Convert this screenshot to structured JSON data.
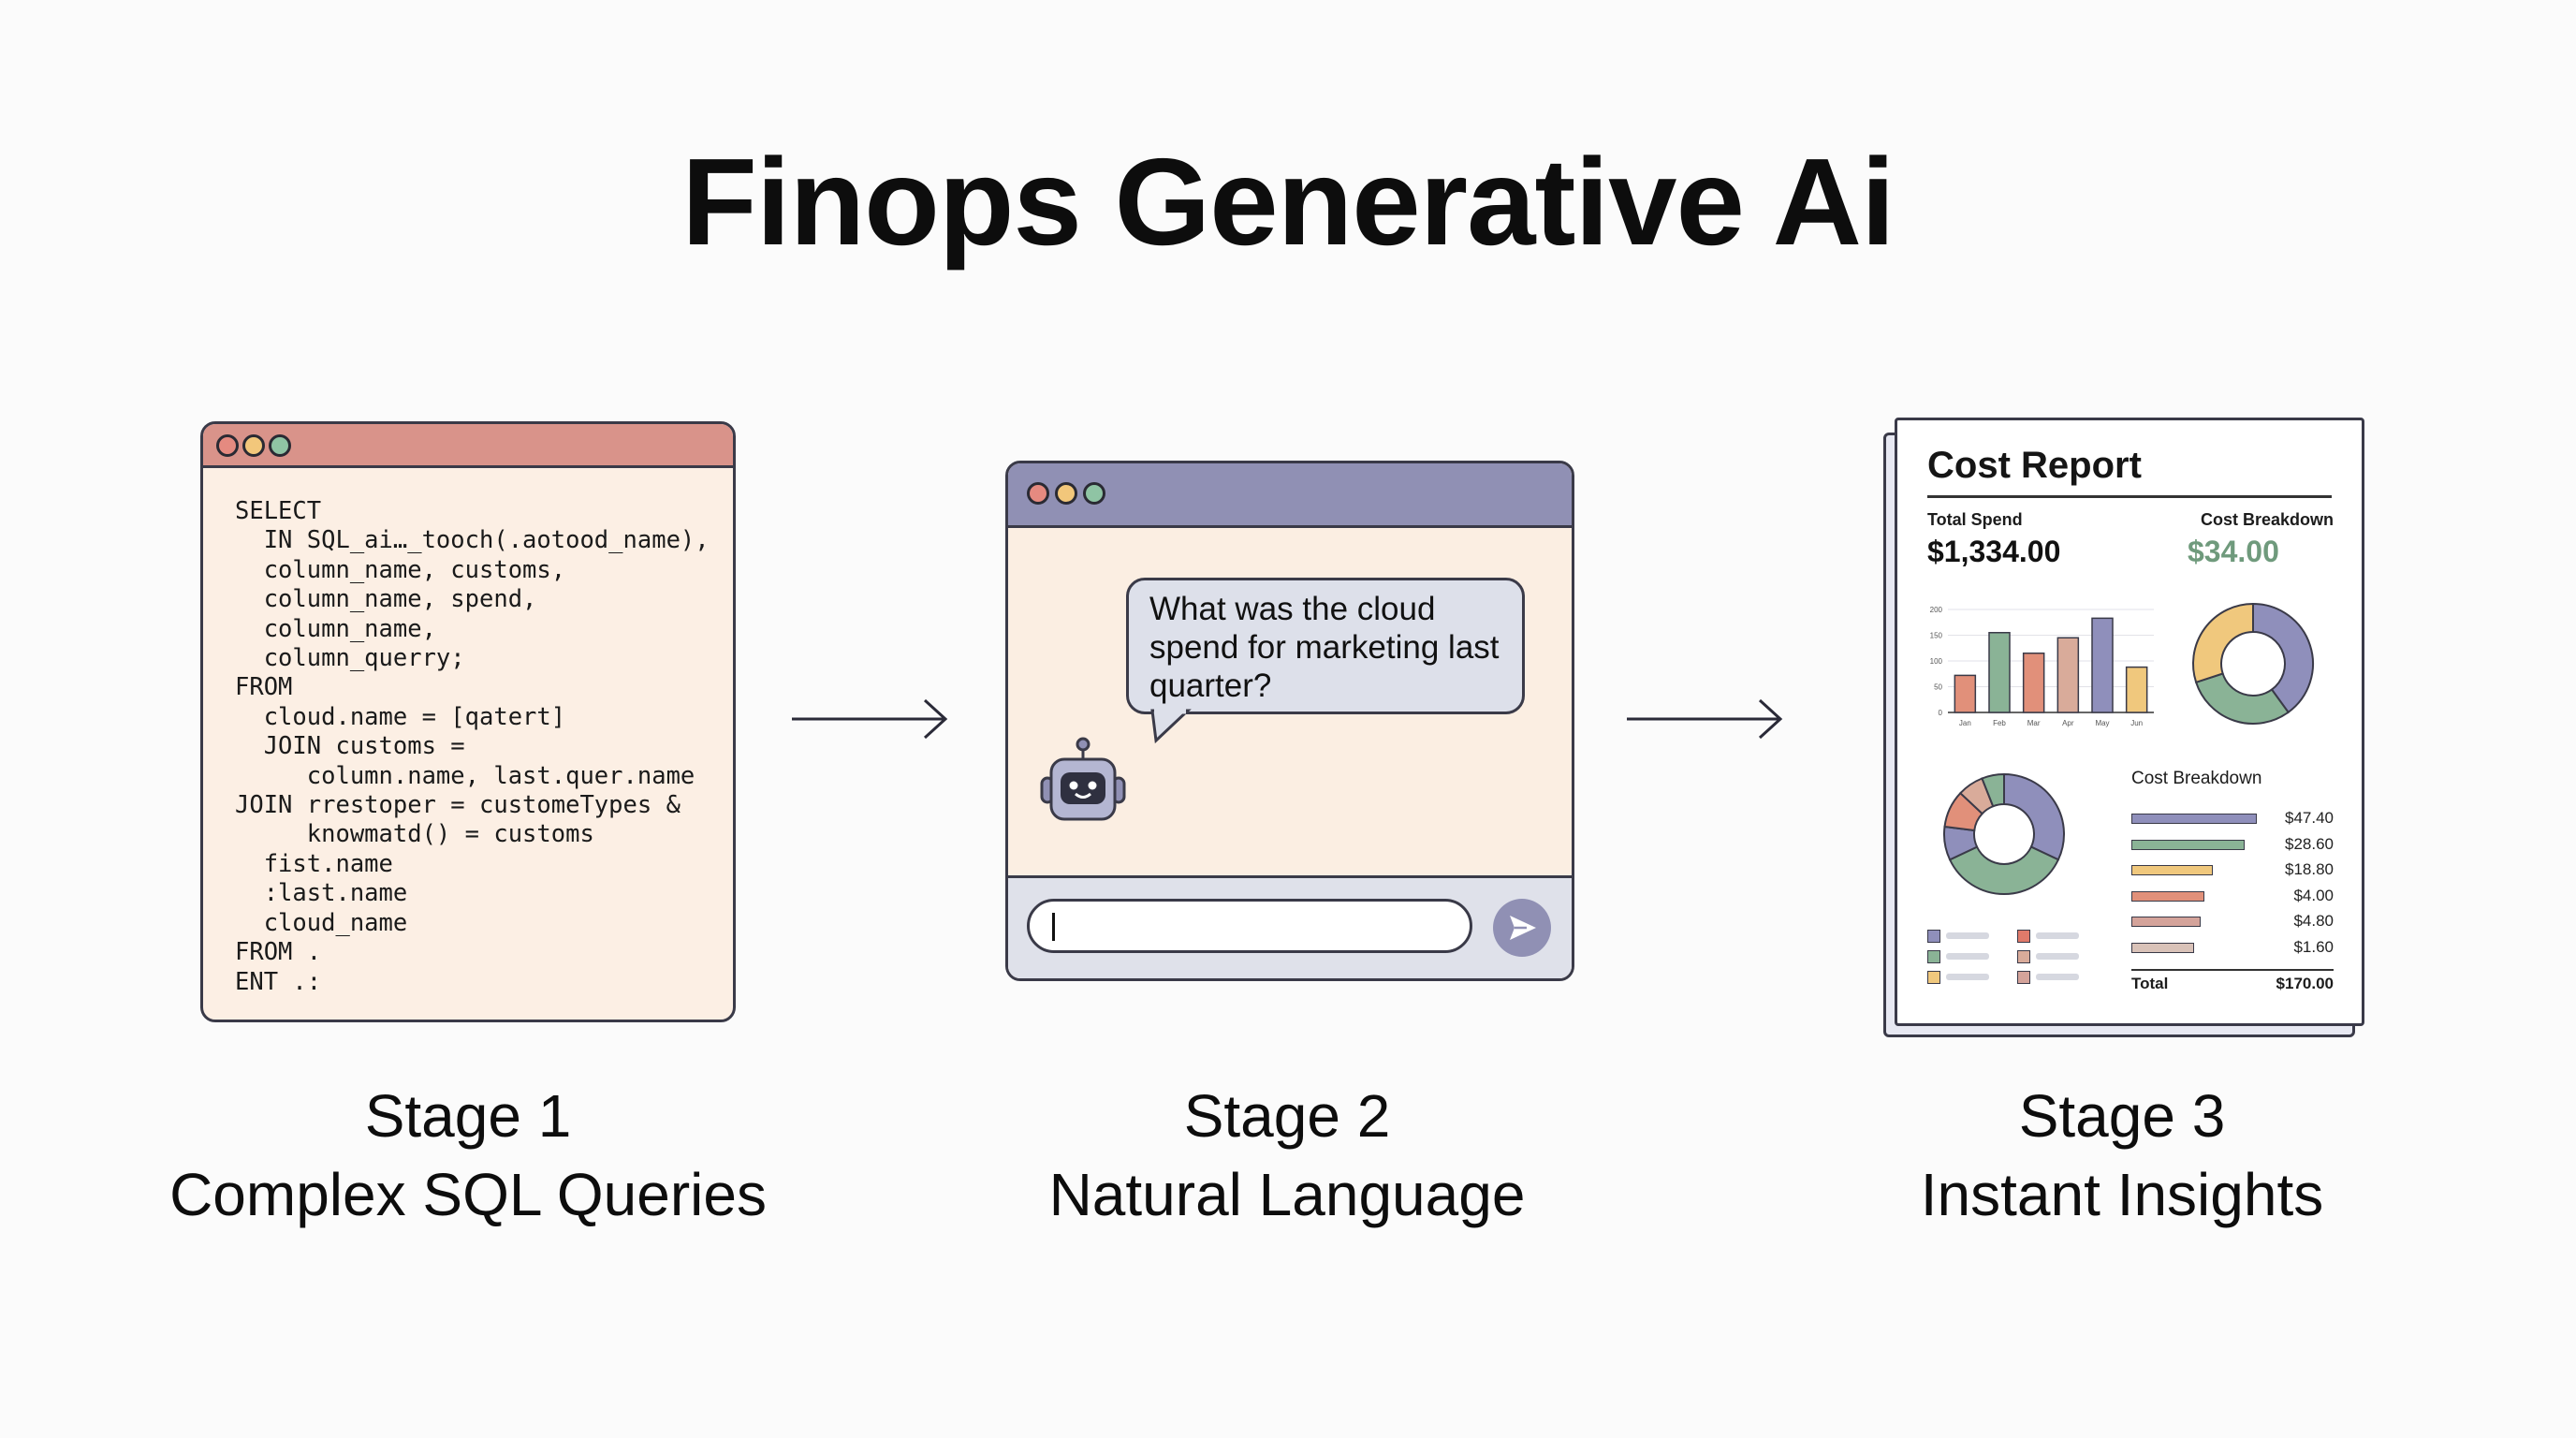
{
  "title": "Finops Generative Ai",
  "colors": {
    "sql_bar": "#d9938a",
    "sql_body": "#fcefe4",
    "chat_bar": "#9090b4",
    "bubble": "#dde0ea",
    "purple": "#8f8fbb",
    "green": "#8ab396",
    "orange": "#e1907a",
    "tan": "#d9ab9a",
    "yellow": "#f0c87d",
    "red": "#e07a6a",
    "pink": "#d4a39a"
  },
  "stage1": {
    "window_dots": [
      "#e58a80",
      "#f2c77b",
      "#8fc4a4"
    ],
    "code": "SELECT\n  IN SQL_ai…_tooch(.aotood_name),\n  column_name, customs,\n  column_name, spend,\n  column_name,\n  column_querry;\nFROM\n  cloud.name = [qatert]\n  JOIN customs =\n     column.name, last.quer.name\nJOIN rrestoper = customeTypes &\n     knowmatd() = customs\n  fist.name\n  :last.name\n  cloud_name\nFROM .\nENT .:",
    "heading": "Stage 1",
    "subheading": "Complex SQL Queries"
  },
  "stage2": {
    "window_dots": [
      "#e58a80",
      "#f2c77b",
      "#8fc4a4"
    ],
    "question": "What was the cloud spend for marketing last quarter?",
    "input_value": "",
    "robot_icon": "robot-icon",
    "send_icon": "send-icon",
    "heading": "Stage 2",
    "subheading": "Natural Language"
  },
  "stage3": {
    "report_title": "Cost Report",
    "total_spend_label": "Total Spend",
    "total_spend_value": "$1,334.00",
    "cost_breakdown_label": "Cost Breakdown",
    "cost_breakdown_value": "$34.00",
    "breakdown_title": "Cost Breakdown",
    "breakdown_items": [
      {
        "value": "$47.40",
        "color": "#8f8fbb",
        "fraction": 1.0
      },
      {
        "value": "$28.60",
        "color": "#8ab396",
        "fraction": 0.9
      },
      {
        "value": "$18.80",
        "color": "#f0c87d",
        "fraction": 0.65
      },
      {
        "value": "$4.00",
        "color": "#e1907a",
        "fraction": 0.58
      },
      {
        "value": "$4.80",
        "color": "#d4a39a",
        "fraction": 0.55
      },
      {
        "value": "$1.60",
        "color": "#d9c2b8",
        "fraction": 0.5
      }
    ],
    "total_label": "Total",
    "total_value": "$170.00",
    "heading": "Stage 3",
    "subheading": "Instant Insights"
  },
  "chart_data": [
    {
      "type": "bar",
      "categories": [
        "Jan",
        "Feb",
        "Mar",
        "Apr",
        "May",
        "Jun"
      ],
      "values": [
        72,
        155,
        115,
        145,
        183,
        88
      ],
      "colors": [
        "#e1907a",
        "#8ab396",
        "#e1907a",
        "#d9ab9a",
        "#8f8fbb",
        "#f0c87d"
      ],
      "yticks": [
        "0",
        "50",
        "100",
        "150",
        "200"
      ],
      "ylim": [
        0,
        200
      ],
      "grid": true
    },
    {
      "type": "pie",
      "values": [
        40,
        30,
        30
      ],
      "colors": [
        "#8f8fbb",
        "#8ab396",
        "#f0c87d"
      ],
      "donut": true
    },
    {
      "type": "pie",
      "values": [
        32,
        36,
        9,
        10,
        7,
        6
      ],
      "colors": [
        "#8f8fbb",
        "#8ab396",
        "#8f8fbb",
        "#e1907a",
        "#d9ab9a",
        "#8ab396"
      ],
      "donut": true
    }
  ]
}
